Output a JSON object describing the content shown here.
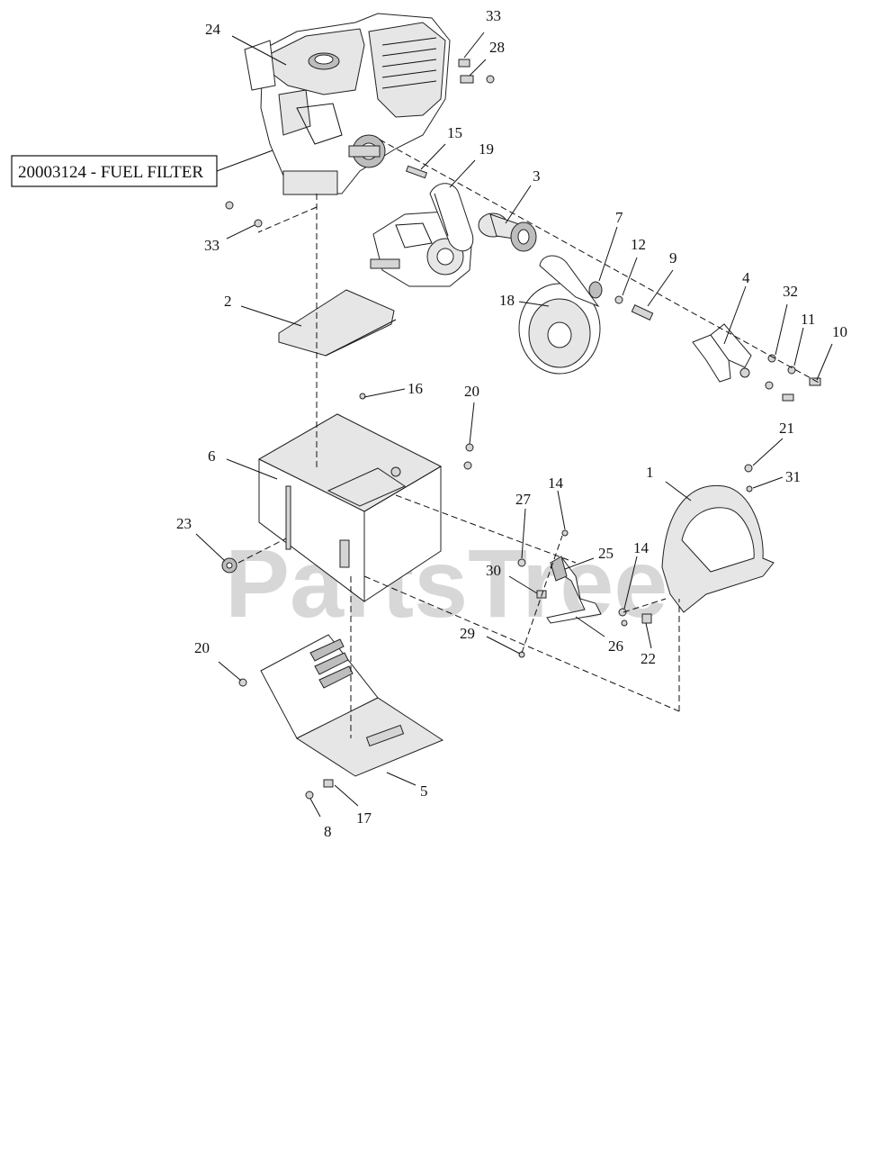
{
  "diagram": {
    "reference_box": {
      "text": "20003124 - FUEL FILTER"
    },
    "watermark": "PartsTree",
    "callouts": [
      "24",
      "33",
      "28",
      "15",
      "19",
      "3",
      "7",
      "12",
      "9",
      "4",
      "32",
      "11",
      "10",
      "33",
      "2",
      "18",
      "16",
      "20",
      "6",
      "21",
      "31",
      "1",
      "23",
      "27",
      "14",
      "25",
      "14",
      "30",
      "26",
      "29",
      "22",
      "20",
      "5",
      "17",
      "8"
    ],
    "colors": {
      "ink": "#111111",
      "watermark": "#b8b8b8",
      "background": "#ffffff"
    }
  }
}
